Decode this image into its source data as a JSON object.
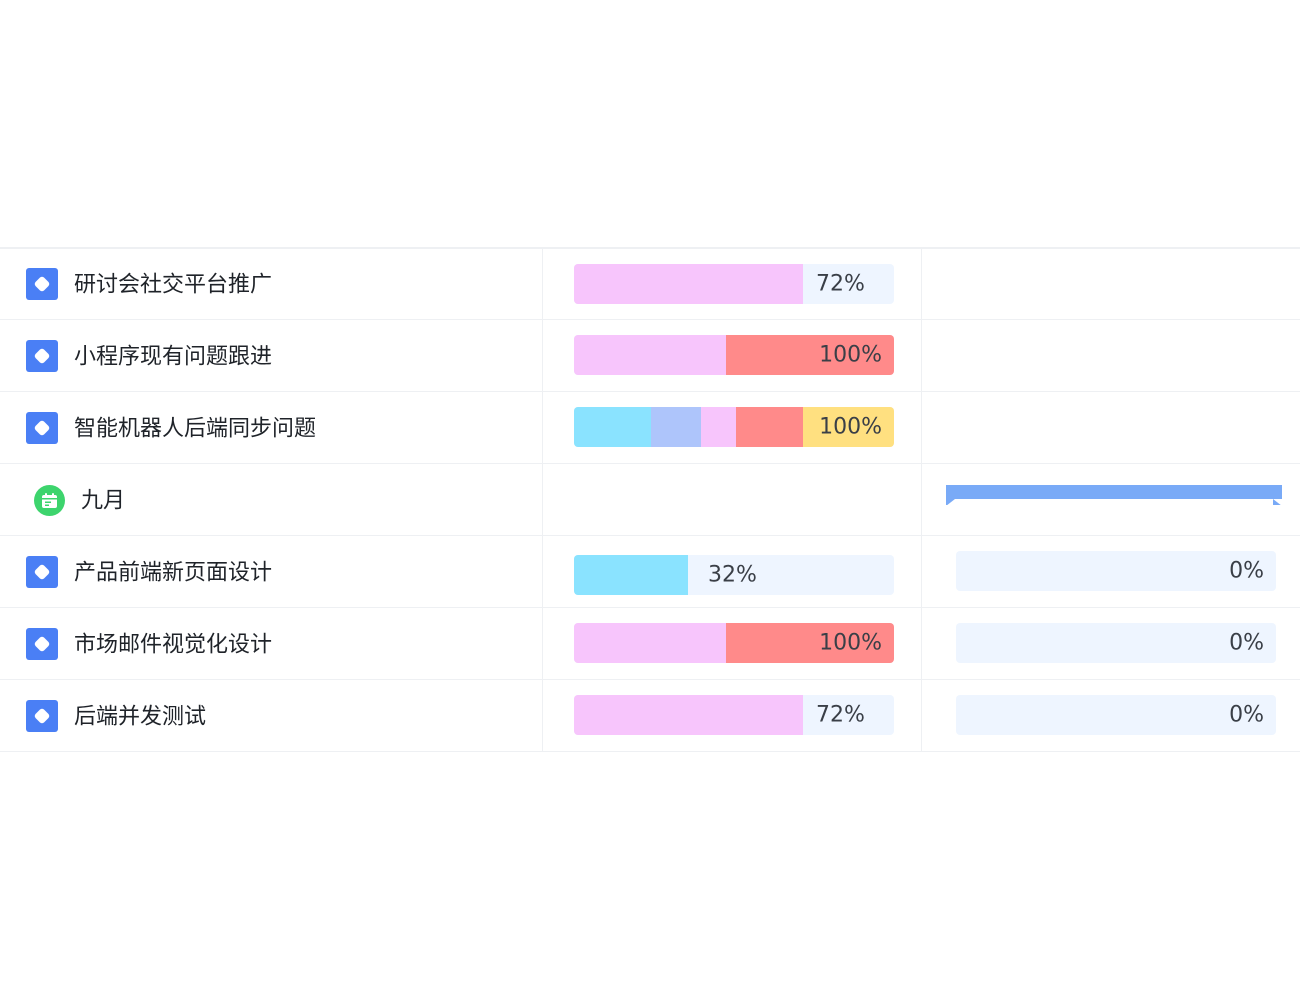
{
  "colors": {
    "task_icon": "#4a7ff5",
    "milestone_icon": "#3dd46d",
    "track": "#eef5ff",
    "pink": "#f7c5fc",
    "red": "#ff8a8a",
    "cyan": "#8ae3ff",
    "periwinkle": "#aec5fb",
    "yellow": "#ffe080",
    "milestone_bar": "#79aaf7"
  },
  "rows": [
    {
      "name": "研讨会社交平台推广",
      "progress_label": "72%",
      "progress": 0.72
    },
    {
      "name": "小程序现有问题跟进",
      "progress_label": "100%",
      "progress": 1.0
    },
    {
      "name": "智能机器人后端同步问题",
      "progress_label": "100%",
      "progress": 1.0
    },
    {
      "name": "九月",
      "type": "milestone",
      "icon": "calendar-icon"
    },
    {
      "name": "产品前端新页面设计",
      "progress_label": "32%",
      "progress": 0.32,
      "secondary_label": "0%",
      "secondary": 0
    },
    {
      "name": "市场邮件视觉化设计",
      "progress_label": "100%",
      "progress": 1.0,
      "secondary_label": "0%",
      "secondary": 0
    },
    {
      "name": "后端并发测试",
      "progress_label": "72%",
      "progress": 0.72,
      "secondary_label": "0%",
      "secondary": 0
    }
  ]
}
